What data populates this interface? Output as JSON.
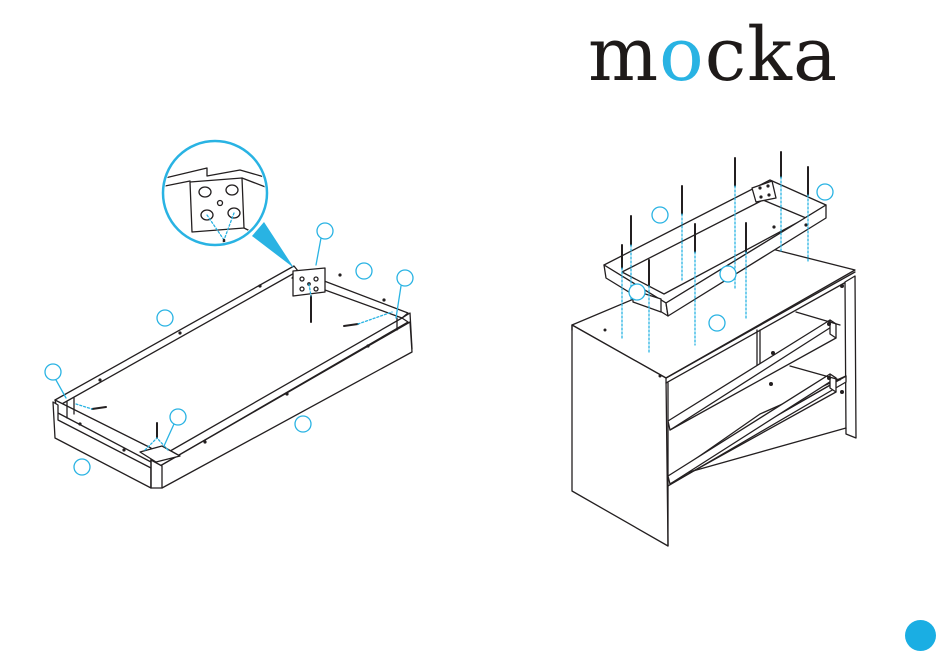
{
  "brand": {
    "logo_text_1": "m",
    "logo_text_2": "o",
    "logo_text_3": "cka",
    "text_color": "#1e1a19",
    "accent_color": "#29b3e3"
  },
  "diagram": {
    "callout_marker_count": 13,
    "page_badge_color": "#1aaee3"
  }
}
